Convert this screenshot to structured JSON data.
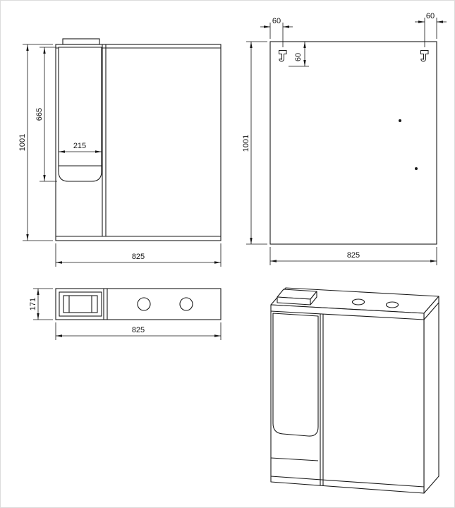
{
  "drawing_title": "mirror-cabinet-technical-drawing",
  "colors": {
    "line": "#1a1a1a",
    "dimension_line": "#141414",
    "background": "#ffffff",
    "sheet_border": "#dcdcdc"
  },
  "views": {
    "front": {
      "height": "1001",
      "door_height": "665",
      "door_width": "215",
      "width": "825"
    },
    "back": {
      "left_hanger_offset": "60",
      "right_hanger_offset": "60",
      "hanger_top_offset": "60",
      "height": "1001",
      "width": "825"
    },
    "top": {
      "depth": "171",
      "width": "825"
    }
  }
}
